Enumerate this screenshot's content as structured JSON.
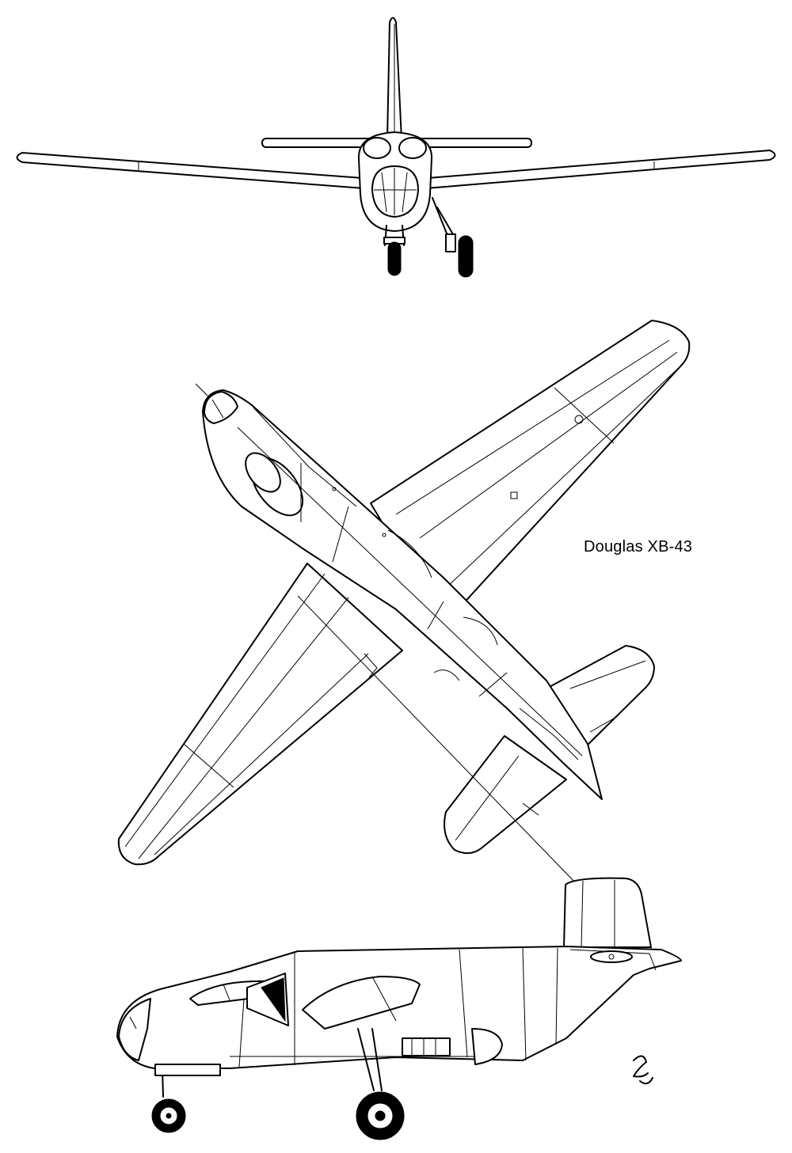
{
  "caption": "Douglas XB-43",
  "views": {
    "front": "front-view",
    "top": "top-view",
    "side": "side-view"
  }
}
